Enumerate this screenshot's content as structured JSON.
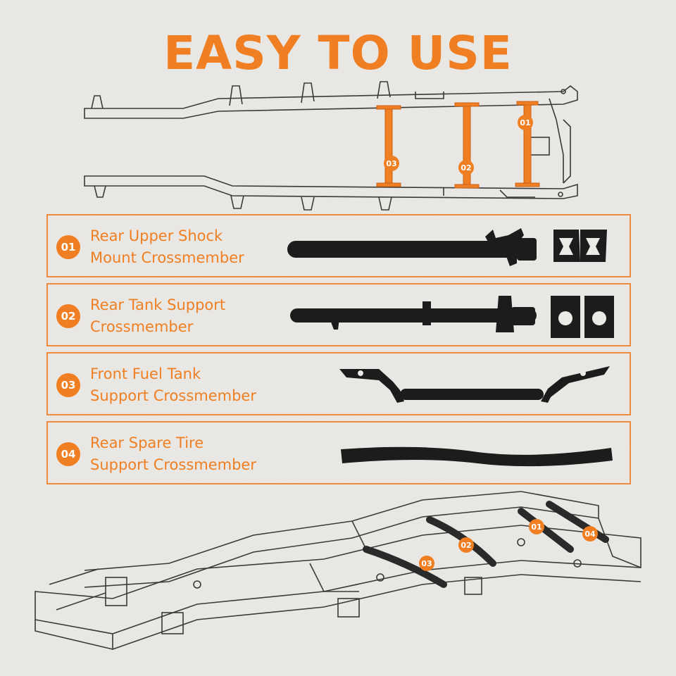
{
  "title": "EASY TO USE",
  "colors": {
    "accent": "#ef7f22",
    "background": "#eceae6",
    "line": "#3a3a3a",
    "part": "#1c1c1c"
  },
  "top_diagram": {
    "callouts": [
      "01",
      "02",
      "03"
    ]
  },
  "items": [
    {
      "number": "01",
      "line1": "Rear Upper Shock",
      "line2": "Mount Crossmember"
    },
    {
      "number": "02",
      "line1": "Rear Tank Support",
      "line2": "Crossmember"
    },
    {
      "number": "03",
      "line1": "Front Fuel Tank",
      "line2": "Support Crossmember"
    },
    {
      "number": "04",
      "line1": "Rear Spare Tire",
      "line2": "Support Crossmember"
    }
  ],
  "bottom_diagram": {
    "callouts": [
      "01",
      "02",
      "03",
      "04"
    ]
  }
}
